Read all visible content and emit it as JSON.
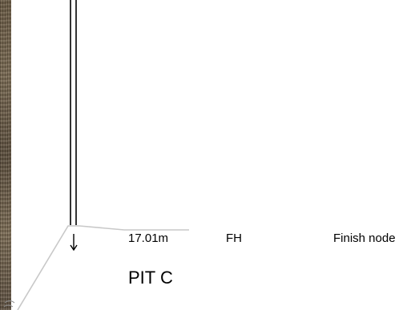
{
  "labels": {
    "level": "17.01m",
    "code": "FH",
    "node": "Finish node",
    "pit": "PIT C"
  },
  "colors": {
    "pipe": "#000000",
    "ground_line": "#c8c8c8",
    "text": "#000000",
    "texture": "#6e5f49"
  },
  "icons": {
    "flow": "down-arrow-icon"
  }
}
